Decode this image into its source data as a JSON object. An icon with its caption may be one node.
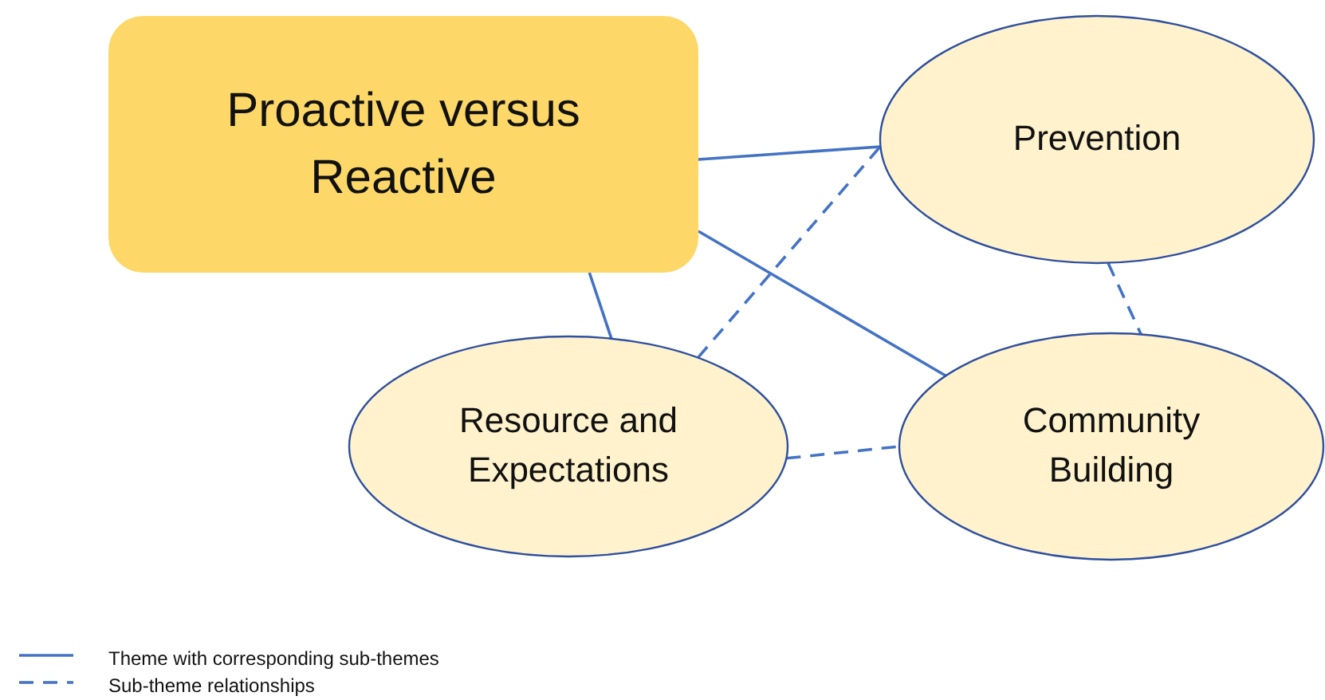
{
  "diagram": {
    "nodes": [
      {
        "text": [
          "Proactive versus Reactive"
        ]
      },
      {
        "text": [
          "Prevention"
        ]
      },
      {
        "text": [
          "Resource and Expectations"
        ]
      },
      {
        "text": [
          "Community Building"
        ]
      }
    ],
    "edges": [
      {
        "from": 0,
        "to": 1,
        "arrow": "none"
      },
      {
        "from": 0,
        "to": 3,
        "arrow": "none"
      },
      {
        "from": 0,
        "to": 2,
        "arrow": "none"
      },
      {
        "from": 2,
        "to": 1,
        "arrow": "none",
        "style": "dashed"
      },
      {
        "from": 1,
        "to": 3,
        "arrow": "none",
        "style": "dashed"
      },
      {
        "from": 2,
        "to": 3,
        "arrow": "none",
        "style": "dashed"
      }
    ],
    "legend": [
      {
        "text": "Theme with corresponding sub-themes"
      },
      {
        "text": "Sub-theme relationships"
      }
    ]
  }
}
